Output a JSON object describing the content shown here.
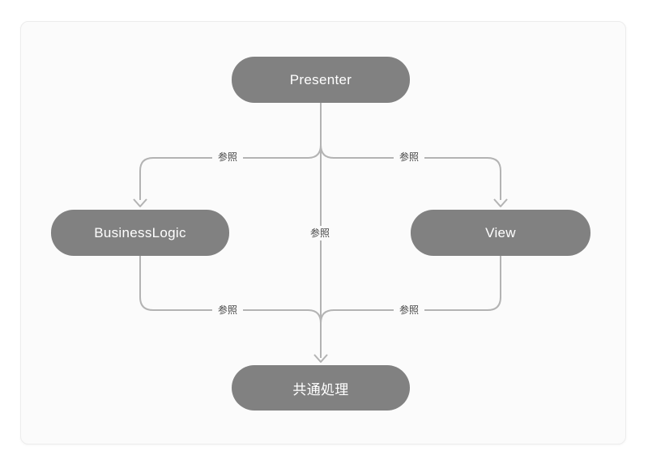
{
  "page": {
    "background": "#ffffff",
    "card_background": "#fbfbfb",
    "card_border": "#ececec"
  },
  "diagram": {
    "type": "architecture-flow-diagram",
    "colors": {
      "node_fill": "#818181",
      "node_text": "#ffffff",
      "connector_line": "#b3b3b3",
      "edge_label_text": "#444444"
    },
    "nodes": [
      {
        "id": "presenter",
        "label": "Presenter"
      },
      {
        "id": "businesslogic",
        "label": "BusinessLogic"
      },
      {
        "id": "view",
        "label": "View"
      },
      {
        "id": "common",
        "label": "共通処理"
      }
    ],
    "edges": [
      {
        "from": "Presenter",
        "to": "BusinessLogic",
        "label": "参照"
      },
      {
        "from": "Presenter",
        "to": "View",
        "label": "参照"
      },
      {
        "from": "Presenter",
        "to": "共通処理",
        "label": "参照"
      },
      {
        "from": "BusinessLogic",
        "to": "共通処理",
        "label": "参照"
      },
      {
        "from": "View",
        "to": "共通処理",
        "label": "参照"
      }
    ]
  }
}
